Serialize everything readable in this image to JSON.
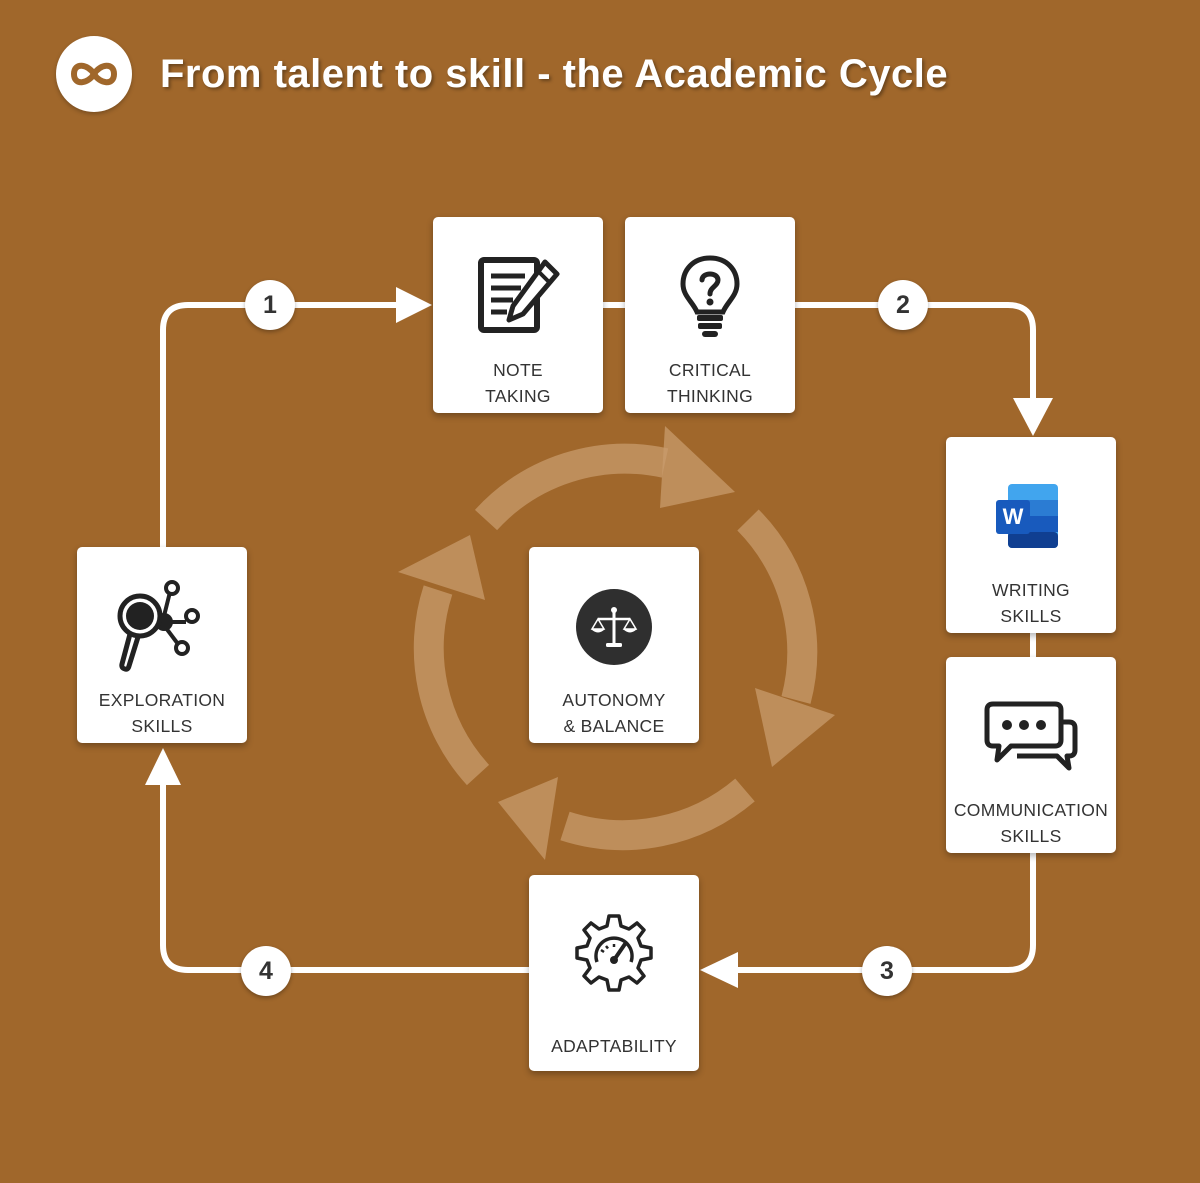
{
  "title": "From talent to skill - the Academic Cycle",
  "logo_icon": "infinity-icon",
  "colors": {
    "background": "#a0672b",
    "card": "#ffffff",
    "cycle_watermark": "#c89b6c",
    "text": "#333333"
  },
  "steps": [
    {
      "number": "1"
    },
    {
      "number": "2"
    },
    {
      "number": "3"
    },
    {
      "number": "4"
    }
  ],
  "cards": {
    "note_taking": {
      "label": "NOTE\nTAKING",
      "icon": "note-pencil-icon"
    },
    "critical_thinking": {
      "label": "CRITICAL\nTHINKING",
      "icon": "lightbulb-question-icon"
    },
    "writing_skills": {
      "label": "WRITING\nSKILLS",
      "icon": "word-document-icon",
      "icon_letter": "W"
    },
    "communication_skills": {
      "label": "COMMUNICATION\nSKILLS",
      "icon": "chat-bubbles-icon"
    },
    "adaptability": {
      "label": "ADAPTABILITY",
      "icon": "gear-gauge-icon"
    },
    "exploration_skills": {
      "label": "EXPLORATION\nSKILLS",
      "icon": "magnifier-network-icon"
    },
    "autonomy_balance": {
      "label": "AUTONOMY\n& BALANCE",
      "icon": "balance-scale-icon"
    }
  }
}
